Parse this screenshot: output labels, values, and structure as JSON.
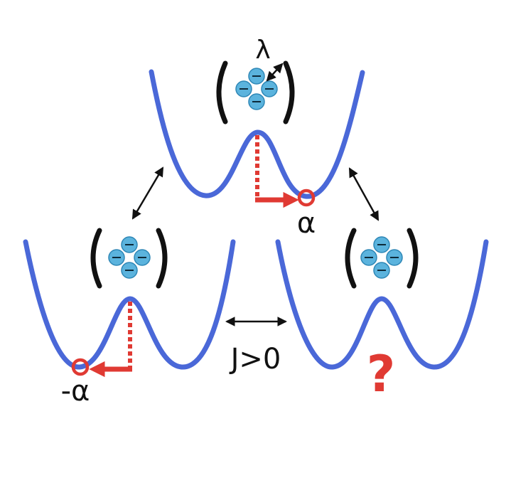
{
  "labels": {
    "lambda": "λ",
    "alpha": "α",
    "neg_alpha": "-α",
    "coupling": "J>0",
    "question": "?"
  },
  "colors": {
    "potential_curve": "#4a68d8",
    "arrow_red": "#e03a33",
    "dashed_red": "#e03a33",
    "ion_fill": "#5bb3dd",
    "ion_stroke": "#2e87b6",
    "ion_bar": "#0d2a3a",
    "bracket": "#111111",
    "double_arrow": "#111111",
    "question": "#e03a33"
  },
  "nodes": [
    {
      "id": "top",
      "spin_state": "alpha"
    },
    {
      "id": "left",
      "spin_state": "-alpha"
    },
    {
      "id": "right",
      "spin_state": "frustrated"
    }
  ]
}
